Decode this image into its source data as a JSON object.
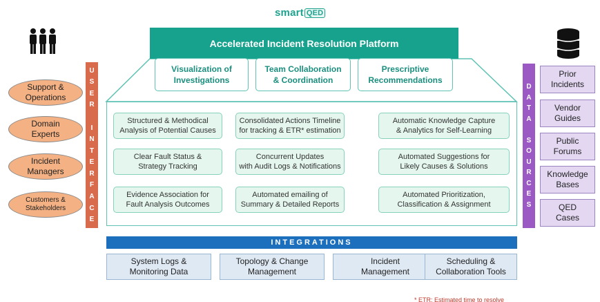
{
  "logo": {
    "brand": "smart",
    "mark": "QED"
  },
  "platform_title": "Accelerated Incident Resolution Platform",
  "pillars": [
    {
      "line1": "Visualization of",
      "line2": "Investigations"
    },
    {
      "line1": "Team Collaboration",
      "line2": "& Coordination"
    },
    {
      "line1": "Prescriptive",
      "line2": "Recommendations"
    }
  ],
  "user_interface_letters": [
    "U",
    "S",
    "E",
    "R",
    "",
    "I",
    "N",
    "T",
    "E",
    "R",
    "F",
    "A",
    "C",
    "E"
  ],
  "data_sources_letters": [
    "D",
    "A",
    "T",
    "A",
    "",
    "S",
    "O",
    "U",
    "R",
    "C",
    "E",
    "S"
  ],
  "stakeholders": [
    {
      "line1": "Support &",
      "line2": "Operations"
    },
    {
      "line1": "Domain",
      "line2": "Experts"
    },
    {
      "line1": "Incident",
      "line2": "Managers"
    },
    {
      "line1": "Customers &",
      "line2": "Stakeholders"
    }
  ],
  "sources": [
    {
      "line1": "Prior",
      "line2": "Incidents"
    },
    {
      "line1": "Vendor",
      "line2": "Guides"
    },
    {
      "line1": "Public",
      "line2": "Forums"
    },
    {
      "line1": "Knowledge",
      "line2": "Bases"
    },
    {
      "line1": "QED",
      "line2": "Cases"
    }
  ],
  "features": [
    {
      "line1": "Structured & Methodical",
      "line2": "Analysis of Potential Causes"
    },
    {
      "line1": "Consolidated Actions Timeline",
      "line2": "for tracking & ETR* estimation"
    },
    {
      "line1": "Automatic Knowledge Capture",
      "line2": "& Analytics for Self-Learning"
    },
    {
      "line1": "Clear Fault Status &",
      "line2": "Strategy Tracking"
    },
    {
      "line1": "Concurrent Updates",
      "line2": "with Audit Logs & Notifications"
    },
    {
      "line1": "Automated Suggestions for",
      "line2": "Likely Causes & Solutions"
    },
    {
      "line1": "Evidence Association for",
      "line2": "Fault Analysis Outcomes"
    },
    {
      "line1": "Automated emailing of",
      "line2": "Summary & Detailed Reports"
    },
    {
      "line1": "Automated Prioritization,",
      "line2": "Classification & Assignment"
    }
  ],
  "integrations_title": "INTEGRATIONS",
  "integrations": [
    {
      "line1": "System Logs &",
      "line2": "Monitoring Data"
    },
    {
      "line1": "Topology & Change",
      "line2": "Management"
    },
    {
      "line1": "Incident",
      "line2": "Management"
    },
    {
      "line1": "Scheduling &",
      "line2": "Collaboration Tools"
    }
  ],
  "footnote": "* ETR: Estimated time to resolve",
  "colors": {
    "teal": "#16a28d",
    "orange": "#f4b183",
    "ui_bar": "#d96b4d",
    "ds_bar": "#9b59c4",
    "blue": "#1c6fbc",
    "feature_fill": "#e4f6ee",
    "source_fill": "#e3d7f2",
    "integration_fill": "#dfe9f4"
  }
}
